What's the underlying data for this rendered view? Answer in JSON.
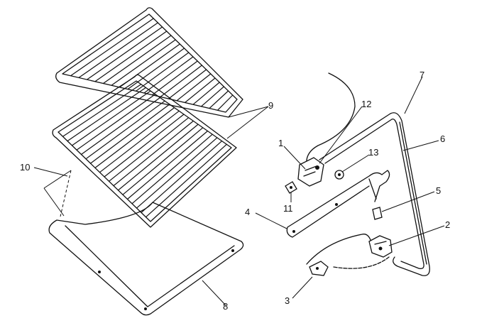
{
  "callouts": [
    {
      "id": "c1",
      "label": "1"
    },
    {
      "id": "c2",
      "label": "2"
    },
    {
      "id": "c3",
      "label": "3"
    },
    {
      "id": "c4",
      "label": "4"
    },
    {
      "id": "c5",
      "label": "5"
    },
    {
      "id": "c6",
      "label": "6"
    },
    {
      "id": "c7",
      "label": "7"
    },
    {
      "id": "c8",
      "label": "8"
    },
    {
      "id": "c9",
      "label": "9"
    },
    {
      "id": "c10",
      "label": "10"
    },
    {
      "id": "c11",
      "label": "11"
    },
    {
      "id": "c12",
      "label": "12"
    },
    {
      "id": "c13",
      "label": "13"
    }
  ],
  "colors": {
    "ink": "#111111",
    "paper": "#ffffff"
  }
}
